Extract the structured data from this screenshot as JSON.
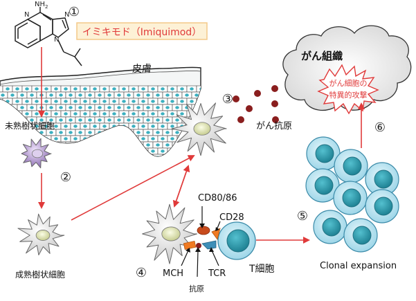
{
  "drug": {
    "name": "イミキモド（Imiquimod）",
    "nh2": "NH",
    "nh2_sub": "2"
  },
  "labels": {
    "skin": "皮膚",
    "immature_dc": "未熟樹状細胞",
    "mature_dc": "成熟樹状細胞",
    "cancer_antigen": "がん抗原",
    "cancer_tissue": "がん組織",
    "specific_attack_1": "がん細胞の",
    "specific_attack_2": "特異的攻撃",
    "cd80_86": "CD80/86",
    "cd28": "CD28",
    "mch": "MCH",
    "tcr": "TCR",
    "antigen": "抗原",
    "t_cell": "T細胞",
    "clonal_expansion": "Clonal expansion"
  },
  "steps": [
    "①",
    "②",
    "③",
    "④",
    "⑤",
    "⑥"
  ],
  "colors": {
    "arrow": "#e03a3a",
    "drug_text": "#e03a3a",
    "drug_box_fill": "#fdf1d6",
    "drug_box_stroke": "#f3c988",
    "cell_light": "#bfe6f2",
    "cell_nucleus": "#2a9aad",
    "cell_stroke": "#3a8aa8",
    "skin_nucleus": "#3cb0c0",
    "antigen_dot": "#8a1e1e",
    "dc_gray": "#cfcfcf",
    "dc_yellow": "#e6ecb0",
    "dc_purple": "#b89fd0",
    "cd80": "#c84b1c",
    "cd28": "#f07a22",
    "tcr": "#3e8fb8"
  }
}
